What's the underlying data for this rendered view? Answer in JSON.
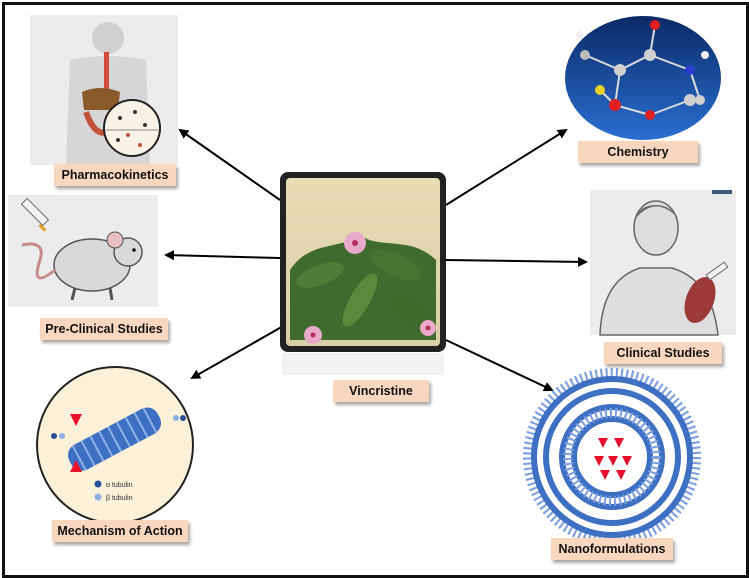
{
  "center": {
    "label": "Vincristine"
  },
  "topics": {
    "pharmacokinetics": "Pharmacokinetics",
    "preclinical": "Pre-Clinical  Studies",
    "mechanism": "Mechanism of Action",
    "chemistry": "Chemistry",
    "clinical": "Clinical Studies",
    "nanoformulations": "Nanoformulations"
  },
  "mechanism_legend": {
    "alpha": "α tubulin",
    "beta": "β tubulin"
  },
  "icons": {
    "center": "periwinkle-plant-photo",
    "pharmacokinetics": "human-digestive-system-icon",
    "preclinical": "mouse-injection-icon",
    "mechanism": "microtubule-icon",
    "chemistry": "molecular-model-icon",
    "clinical": "patient-shoulder-injection-icon",
    "nanoformulations": "liposome-icon"
  }
}
